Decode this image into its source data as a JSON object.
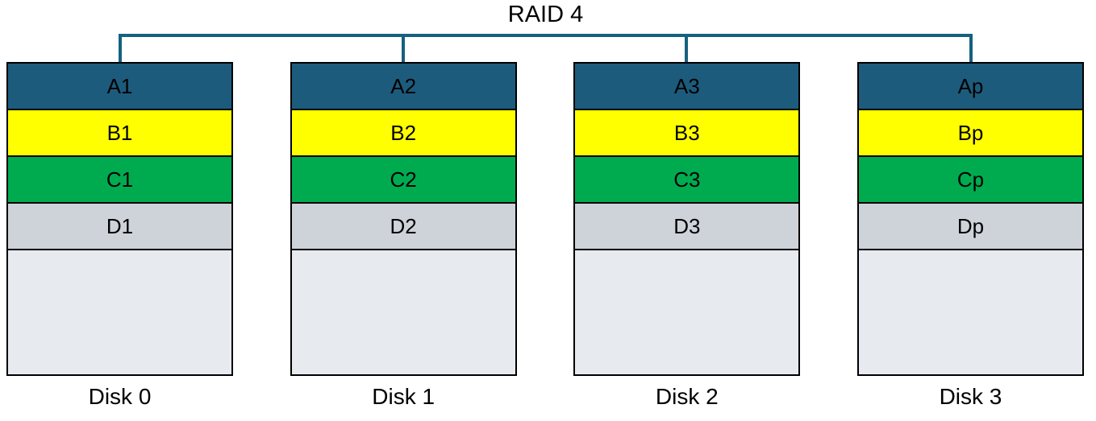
{
  "title": "RAID 4",
  "colors": {
    "stripe_a": "#1d5b7d",
    "stripe_b": "#ffff00",
    "stripe_c": "#00ab50",
    "stripe_d": "#ced3d9",
    "free_space": "#e7eaee",
    "connector": "#16617f",
    "border": "#000000",
    "text": "#000000"
  },
  "disks": [
    {
      "label": "Disk 0",
      "blocks": [
        "A1",
        "B1",
        "C1",
        "D1"
      ]
    },
    {
      "label": "Disk 1",
      "blocks": [
        "A2",
        "B2",
        "C2",
        "D2"
      ]
    },
    {
      "label": "Disk 2",
      "blocks": [
        "A3",
        "B3",
        "C3",
        "D3"
      ]
    },
    {
      "label": "Disk 3",
      "blocks": [
        "Ap",
        "Bp",
        "Cp",
        "Dp"
      ]
    }
  ]
}
